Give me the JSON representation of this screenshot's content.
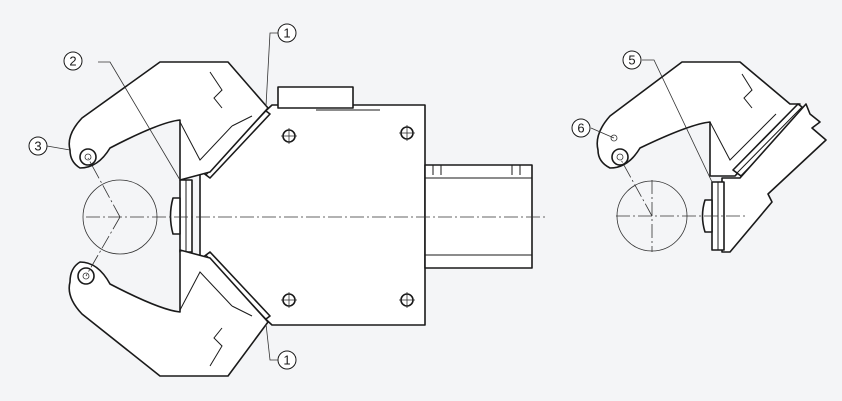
{
  "callouts": {
    "c1_top": "1",
    "c1_bottom": "1",
    "c2": "2",
    "c3": "3",
    "c5": "5",
    "c6": "6"
  },
  "colors": {
    "background": "#f4f5f7",
    "line": "#1a1a1a"
  }
}
